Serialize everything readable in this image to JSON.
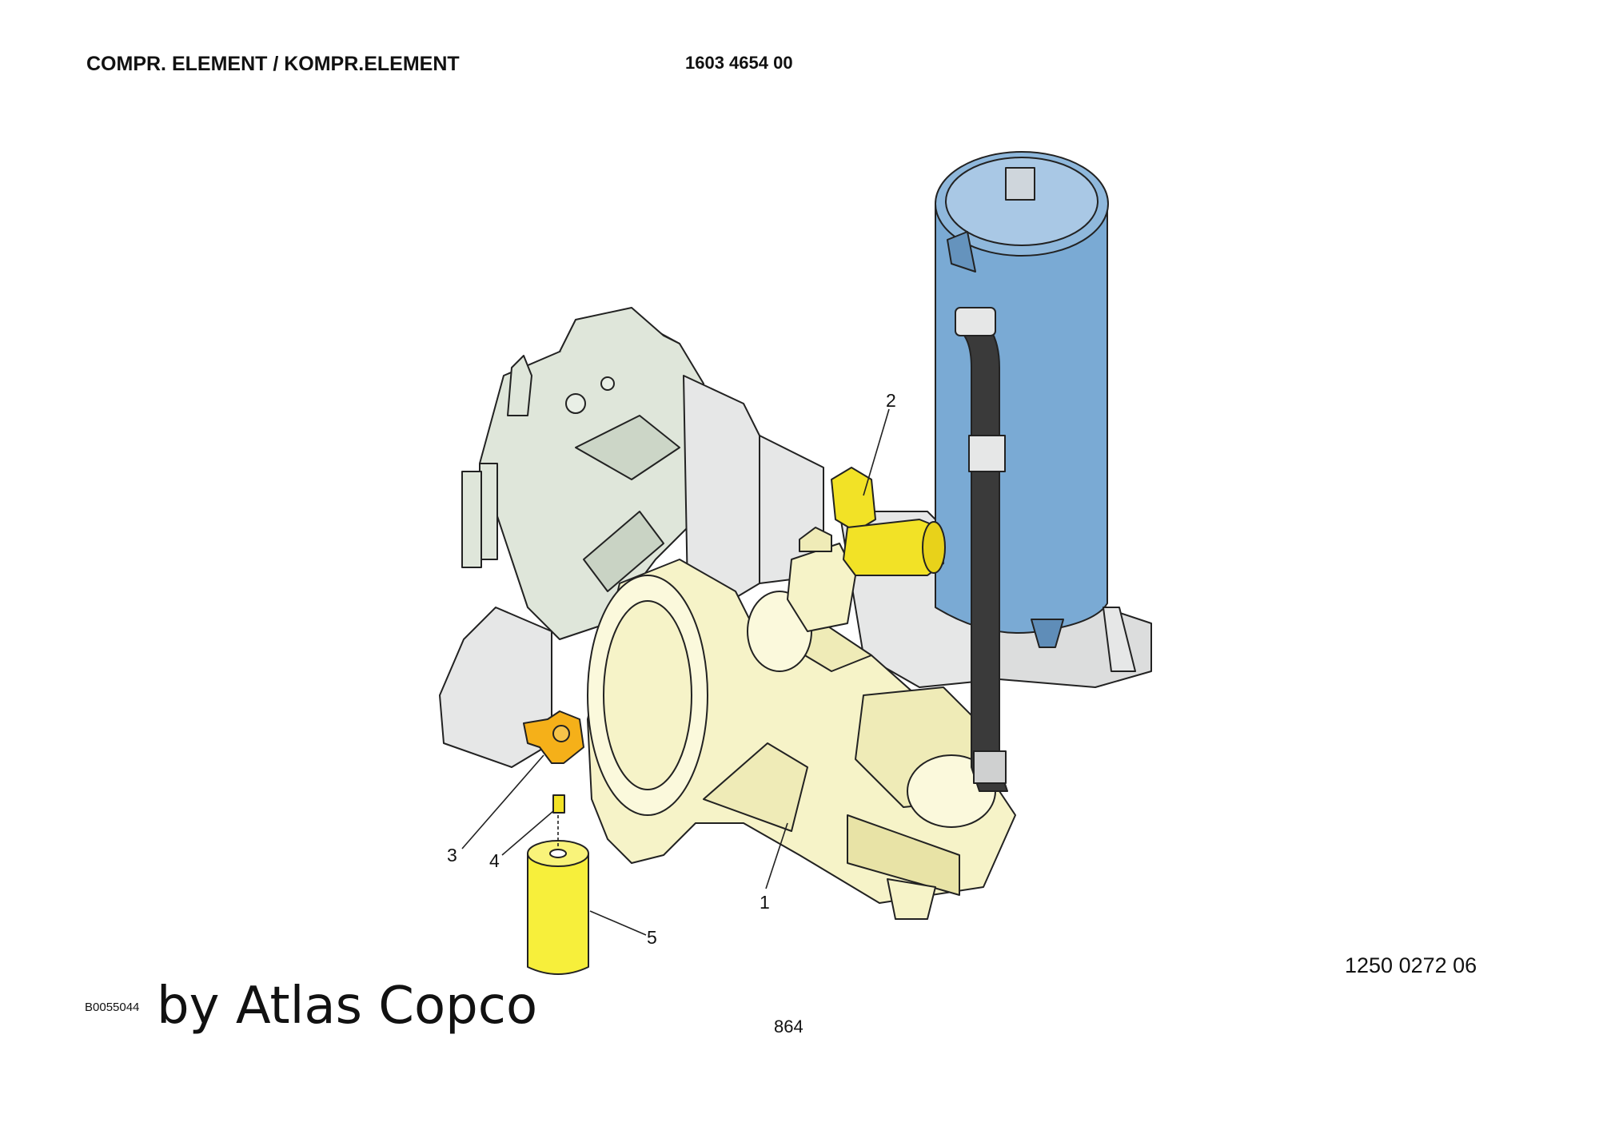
{
  "header": {
    "title": "COMPR. ELEMENT / KOMPR.ELEMENT",
    "part_number": "1603 4654 00"
  },
  "callouts": [
    "1",
    "2",
    "3",
    "4",
    "5"
  ],
  "footer": {
    "reference_code": "1250 0272 06",
    "image_code": "B0055044",
    "watermark": "by Atlas Copco",
    "page_number": "864"
  },
  "colors": {
    "tank": "#7aaad4",
    "element": "#f6f3c8",
    "highlight": "#f2e226",
    "frame": "#e6e7e7",
    "engine": "#dfe6da",
    "hose": "#3a3a3a",
    "orange": "#f5b019"
  }
}
